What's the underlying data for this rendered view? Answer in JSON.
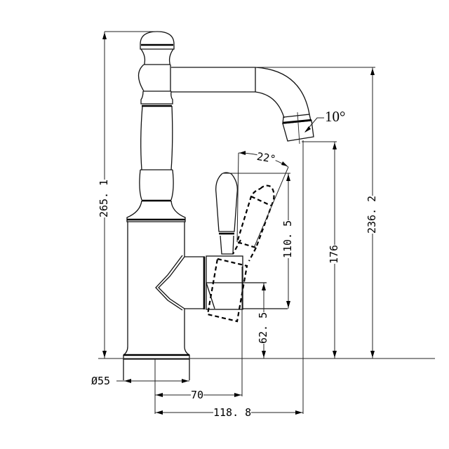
{
  "drawing": {
    "title": "Faucet side elevation dimension drawing",
    "units": "mm",
    "line_color": "#000000",
    "background": "#ffffff"
  },
  "dimensions": {
    "overall_height": "265. 1",
    "spout_height": "236. 2",
    "outlet_height": "176",
    "handle_height": "110. 5",
    "handle_axis_height": "62. 5",
    "base_diameter": "Ø55",
    "handle_reach": "70",
    "spout_reach": "118. 8",
    "handle_angle": "22°",
    "outlet_angle": "10°"
  }
}
